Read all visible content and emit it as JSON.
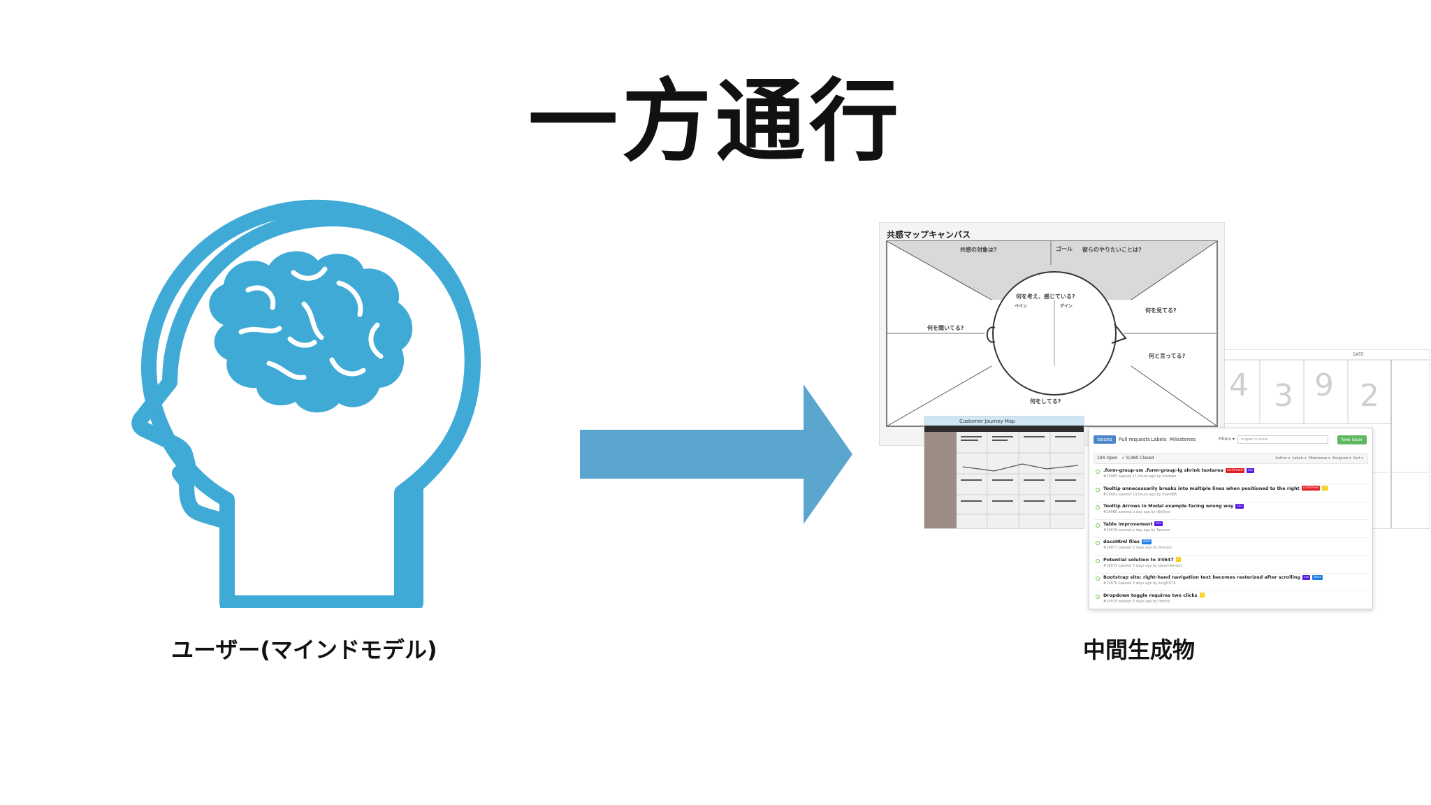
{
  "slide": {
    "title": "一方通行",
    "left_caption": "ユーザー(マインドモデル)",
    "right_caption": "中間生成物"
  },
  "colors": {
    "head": "#3faad6",
    "arrow": "#5aa6cf"
  },
  "icons": {
    "head": "head-brain-icon",
    "arrow": "right-arrow-icon"
  },
  "artifacts": {
    "empathy_map": {
      "title": "共感マップキャンバス",
      "goal": "ゴール",
      "q_target": "共感の対象は?",
      "q_do": "彼らのやりたいことは?",
      "q_think": "何を考え、感じている?",
      "q_pain": "ペイン",
      "q_gain": "ゲイン",
      "q_see": "何を見てる?",
      "q_hear": "何を聞いてる?",
      "q_say": "何と言ってる?",
      "q_doing": "何をしてる?"
    },
    "score_sheet": {
      "numbers": [
        "4",
        "3",
        "9",
        "2"
      ],
      "date_label": "DATE"
    },
    "journey_map": {
      "title": "Customer Journey Map"
    },
    "issue_list": {
      "tabs": [
        "Issues",
        "Pull requests",
        "Labels",
        "Milestones"
      ],
      "filters_label": "Filters ▾",
      "search_placeholder": "is:open is:issue",
      "new_button": "New issue",
      "open_count": "194 Open",
      "closed_count": "✓ 9,980 Closed",
      "columns": [
        "Author ▾",
        "Labels ▾",
        "Milestones ▾",
        "Assignee ▾",
        "Sort ▾"
      ],
      "issues": [
        {
          "title": ".form-group-sm .form-group-lg shrink textarea",
          "meta": "#19985 opened 11 hours ago by mkdabe",
          "badges": [
            {
              "text": "confirmed",
              "color": "#e11d21"
            },
            {
              "text": "css",
              "color": "#5319e7"
            }
          ]
        },
        {
          "title": "Tooltip unnecessarily breaks into multiple lines when positioned to the right",
          "meta": "#19981 opened 13 hours ago by rhand86",
          "badges": [
            {
              "text": "confirmed",
              "color": "#e11d21"
            },
            {
              "text": "js",
              "color": "#fbca04"
            }
          ]
        },
        {
          "title": "Tooltip Arrows in Modal example facing wrong way",
          "meta": "#19980 opened a day ago by iBirDyer",
          "badges": [
            {
              "text": "css",
              "color": "#5319e7"
            }
          ]
        },
        {
          "title": "Table improvement",
          "meta": "#19978 opened a day ago by Tawsam",
          "badges": [
            {
              "text": "css",
              "color": "#5319e7"
            }
          ]
        },
        {
          "title": "docsHtml files",
          "meta": "#19977 opened 2 days ago by Bmnadi",
          "badges": [
            {
              "text": "docs",
              "color": "#207de5"
            }
          ]
        },
        {
          "title": "Potential solution to #4647",
          "meta": "#19975 opened 3 days ago by jabarrrienstel",
          "badges": [
            {
              "text": "js",
              "color": "#fbca04"
            }
          ]
        },
        {
          "title": "Bootstrap site: right-hand navigation text becomes rasterized after scrolling",
          "meta": "#19970 opened 3 days ago by sergl1976",
          "badges": [
            {
              "text": "css",
              "color": "#5319e7"
            },
            {
              "text": "docs",
              "color": "#207de5"
            }
          ]
        },
        {
          "title": "Dropdown toggle requires two clicks",
          "meta": "#19979 opened 3 days ago by fmtma",
          "badges": [
            {
              "text": "js",
              "color": "#fbca04"
            }
          ]
        }
      ]
    }
  }
}
